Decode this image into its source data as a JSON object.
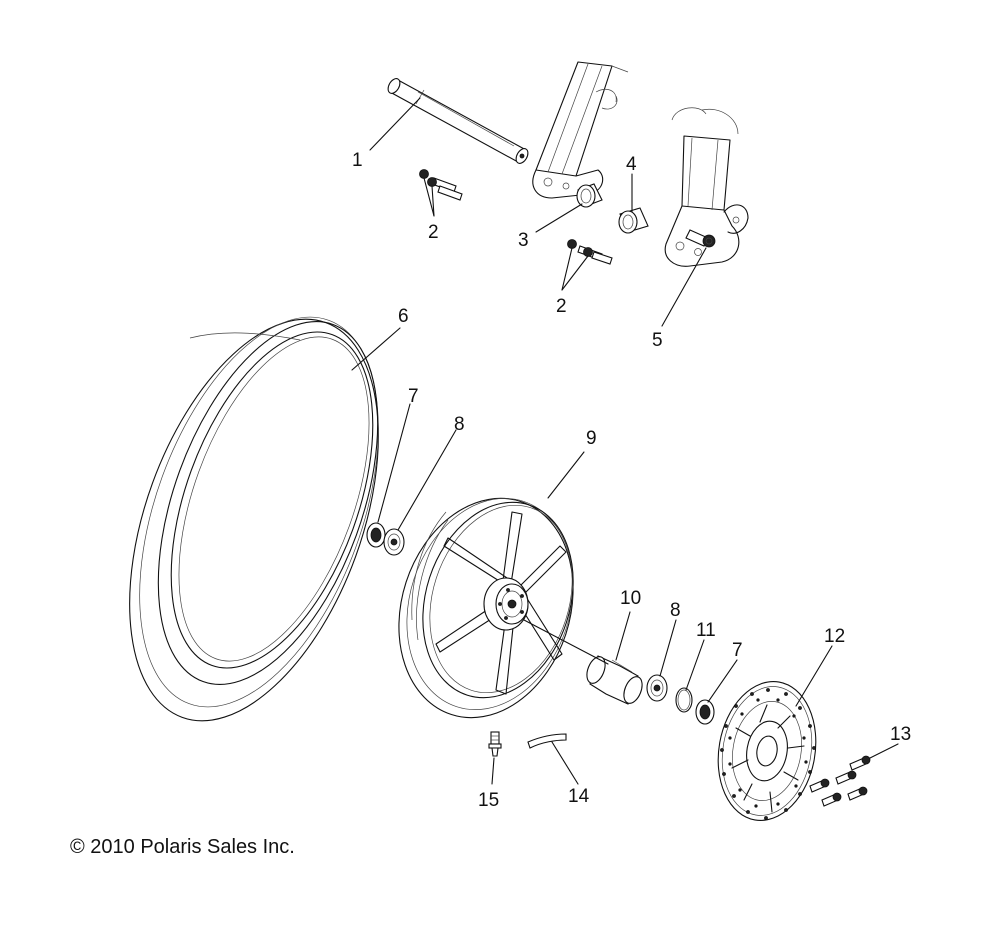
{
  "callouts": [
    {
      "id": "1",
      "label": "1"
    },
    {
      "id": "2a",
      "label": "2"
    },
    {
      "id": "2b",
      "label": "2"
    },
    {
      "id": "3",
      "label": "3"
    },
    {
      "id": "4",
      "label": "4"
    },
    {
      "id": "5",
      "label": "5"
    },
    {
      "id": "6",
      "label": "6"
    },
    {
      "id": "7a",
      "label": "7"
    },
    {
      "id": "7b",
      "label": "7"
    },
    {
      "id": "8a",
      "label": "8"
    },
    {
      "id": "8b",
      "label": "8"
    },
    {
      "id": "9",
      "label": "9"
    },
    {
      "id": "10",
      "label": "10"
    },
    {
      "id": "11",
      "label": "11"
    },
    {
      "id": "12",
      "label": "12"
    },
    {
      "id": "13",
      "label": "13"
    },
    {
      "id": "14",
      "label": "14"
    },
    {
      "id": "15",
      "label": "15"
    }
  ],
  "copyright": "© 2010 Polaris Sales Inc."
}
